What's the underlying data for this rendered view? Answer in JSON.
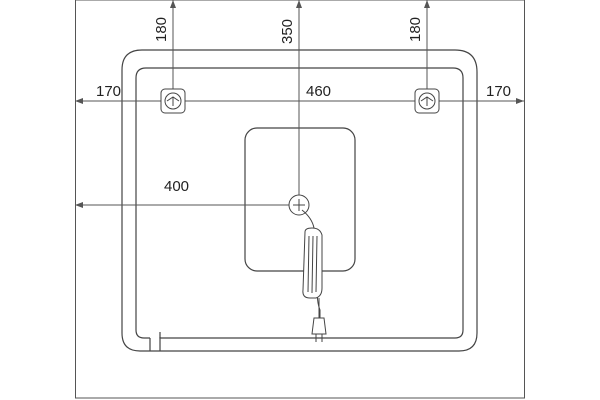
{
  "dimensions": {
    "left_margin": "170",
    "right_margin": "170",
    "hook_spacing": "460",
    "left_hook_from_top": "180",
    "right_hook_from_top": "180",
    "outlet_from_top": "350",
    "outlet_from_left": "400"
  },
  "icons": {
    "left_hook": "wall-hook-icon",
    "right_hook": "wall-hook-icon",
    "outlet": "power-outlet-icon",
    "plug": "power-plug-icon"
  },
  "colors": {
    "line": "#555555",
    "outline": "#444444",
    "text": "#222222"
  }
}
